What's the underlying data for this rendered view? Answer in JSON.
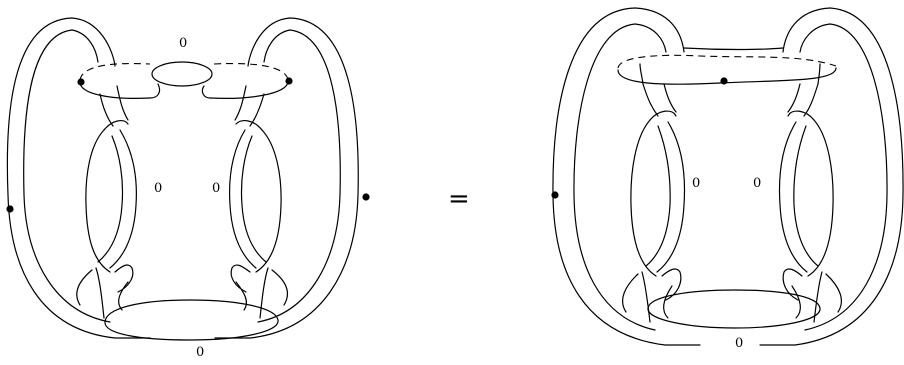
{
  "left_diagram": {
    "labels": {
      "top_unknot": "0",
      "left_unknot": "0",
      "right_unknot": "0",
      "bottom_unknot": "0"
    }
  },
  "equals_sign": "=",
  "right_diagram": {
    "labels": {
      "left_unknot": "0",
      "right_unknot": "0",
      "bottom_unknot": "0"
    }
  }
}
